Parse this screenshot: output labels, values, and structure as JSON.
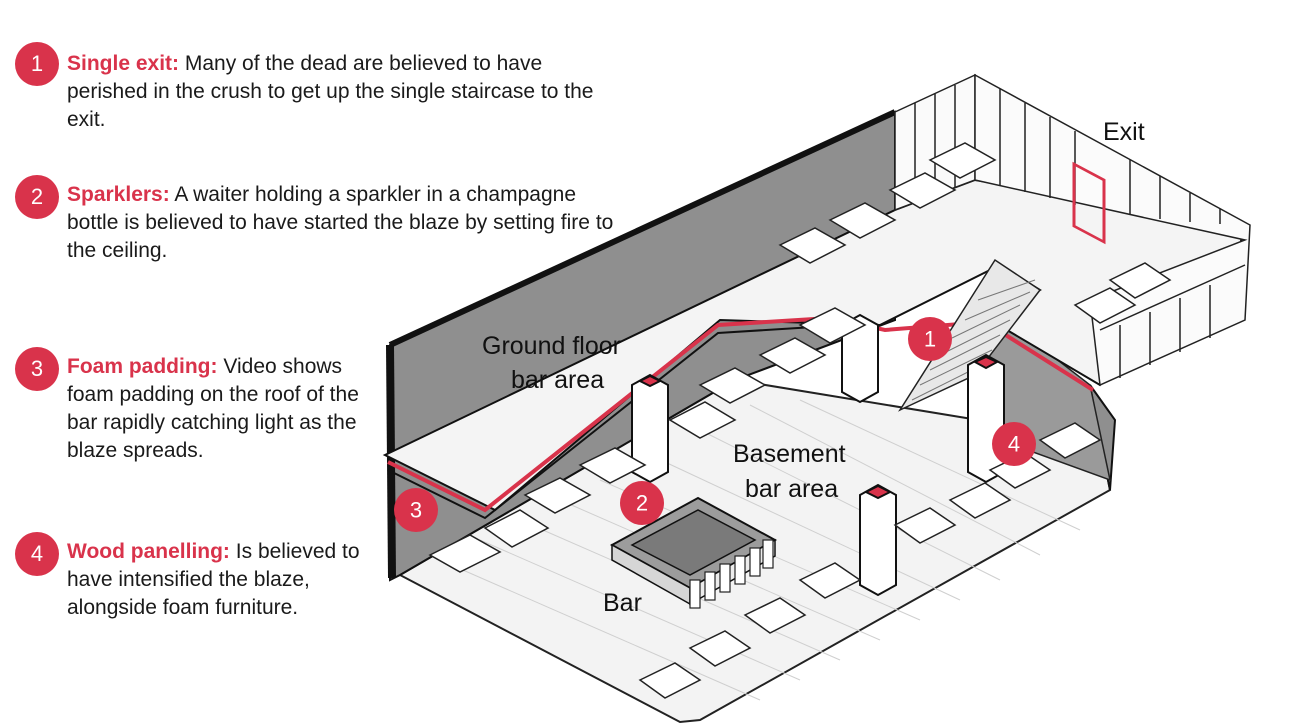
{
  "legend": [
    {
      "number": "1",
      "title": "Single exit:",
      "text": "Many of the dead are believed to have perished in the crush to get up the single staircase to the exit."
    },
    {
      "number": "2",
      "title": "Sparklers:",
      "text": "A waiter holding a sparkler in a champagne bottle is believed to have started the blaze by setting fire to the ceiling."
    },
    {
      "number": "3",
      "title": "Foam padding:",
      "text": "Video shows foam padding on the roof of the bar rapidly catching light as the blaze spreads."
    },
    {
      "number": "4",
      "title": "Wood panelling:",
      "text": "Is believed to have intensified the blaze, alongside foam furniture."
    }
  ],
  "labels": {
    "exit": "Exit",
    "ground_line1": "Ground floor",
    "ground_line2": "bar area",
    "basement_line1": "Basement",
    "basement_line2": "bar area",
    "bar": "Bar"
  },
  "markers": [
    "1",
    "2",
    "3",
    "4"
  ],
  "colors": {
    "accent": "#d9334b",
    "wall": "#8f8f8f",
    "floor": "#f2f2f2",
    "ink": "#1a1a1a"
  }
}
